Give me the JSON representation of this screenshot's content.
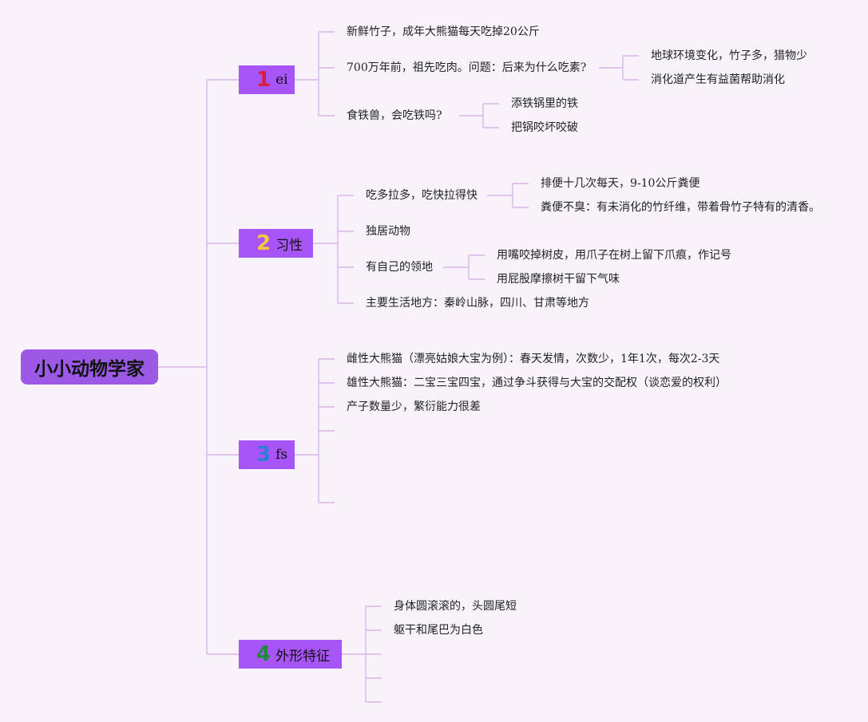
{
  "root": {
    "title": "小小动物学家"
  },
  "branches": [
    {
      "number": "1",
      "number_color": "#d61f3f",
      "label": "ei",
      "items": [
        "新鲜竹子，成年大熊猫每天吃掉20公斤",
        "700万年前，祖先吃肉。问题：后来为什么吃素?",
        "地球环境变化，竹子多，猎物少",
        "消化道产生有益菌帮助消化",
        "食铁兽，会吃铁吗?",
        "添铁锅里的铁",
        "把锅咬坏咬破"
      ]
    },
    {
      "number": "2",
      "number_color": "#f5c542",
      "label": "习性",
      "items": [
        "吃多拉多，吃快拉得快",
        "排便十几次每天，9-10公斤粪便",
        "粪便不臭：有未消化的竹纤维，带着骨竹子特有的清香。",
        "独居动物",
        "有自己的领地",
        "用嘴咬掉树皮，用爪子在树上留下爪痕，作记号",
        "用屁股摩擦树干留下气味",
        "主要生活地方：秦岭山脉，四川、甘肃等地方"
      ]
    },
    {
      "number": "3",
      "number_color": "#2a7fd4",
      "label": "fs",
      "items": [
        "雌性大熊猫（漂亮姑娘大宝为例）：春天发情，次数少，1年1次，每次2-3天",
        "雄性大熊猫：二宝三宝四宝，通过争斗获得与大宝的交配权（谈恋爱的权利）",
        "产子数量少，繁衍能力很差"
      ]
    },
    {
      "number": "4",
      "number_color": "#1f8a3a",
      "label": "外形特征",
      "items": [
        "身体圆滚滚的，头圆尾短",
        "躯干和尾巴为白色"
      ]
    }
  ],
  "colors": {
    "branch_fill": "#a855f7",
    "root_fill": "#9b59e6",
    "connector": "#d8b4e8",
    "background": "#f8f3fa"
  }
}
